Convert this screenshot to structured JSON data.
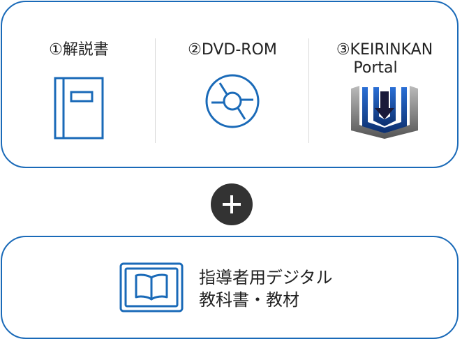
{
  "components": [
    {
      "label": "①解説書",
      "icon": "book-icon"
    },
    {
      "label": "②DVD-ROM",
      "icon": "disc-icon"
    },
    {
      "label_line1": "③KEIRINKAN",
      "label_line2": "Portal",
      "icon": "keirinkan-portal-logo"
    }
  ],
  "combine_icon": "plus-icon",
  "bottom": {
    "line1": "指導者用デジタル",
    "line2": "教科書・教材",
    "icon": "digital-textbook-icon"
  },
  "colors": {
    "accent": "#1a6ab8",
    "plus_bg": "#333333"
  }
}
